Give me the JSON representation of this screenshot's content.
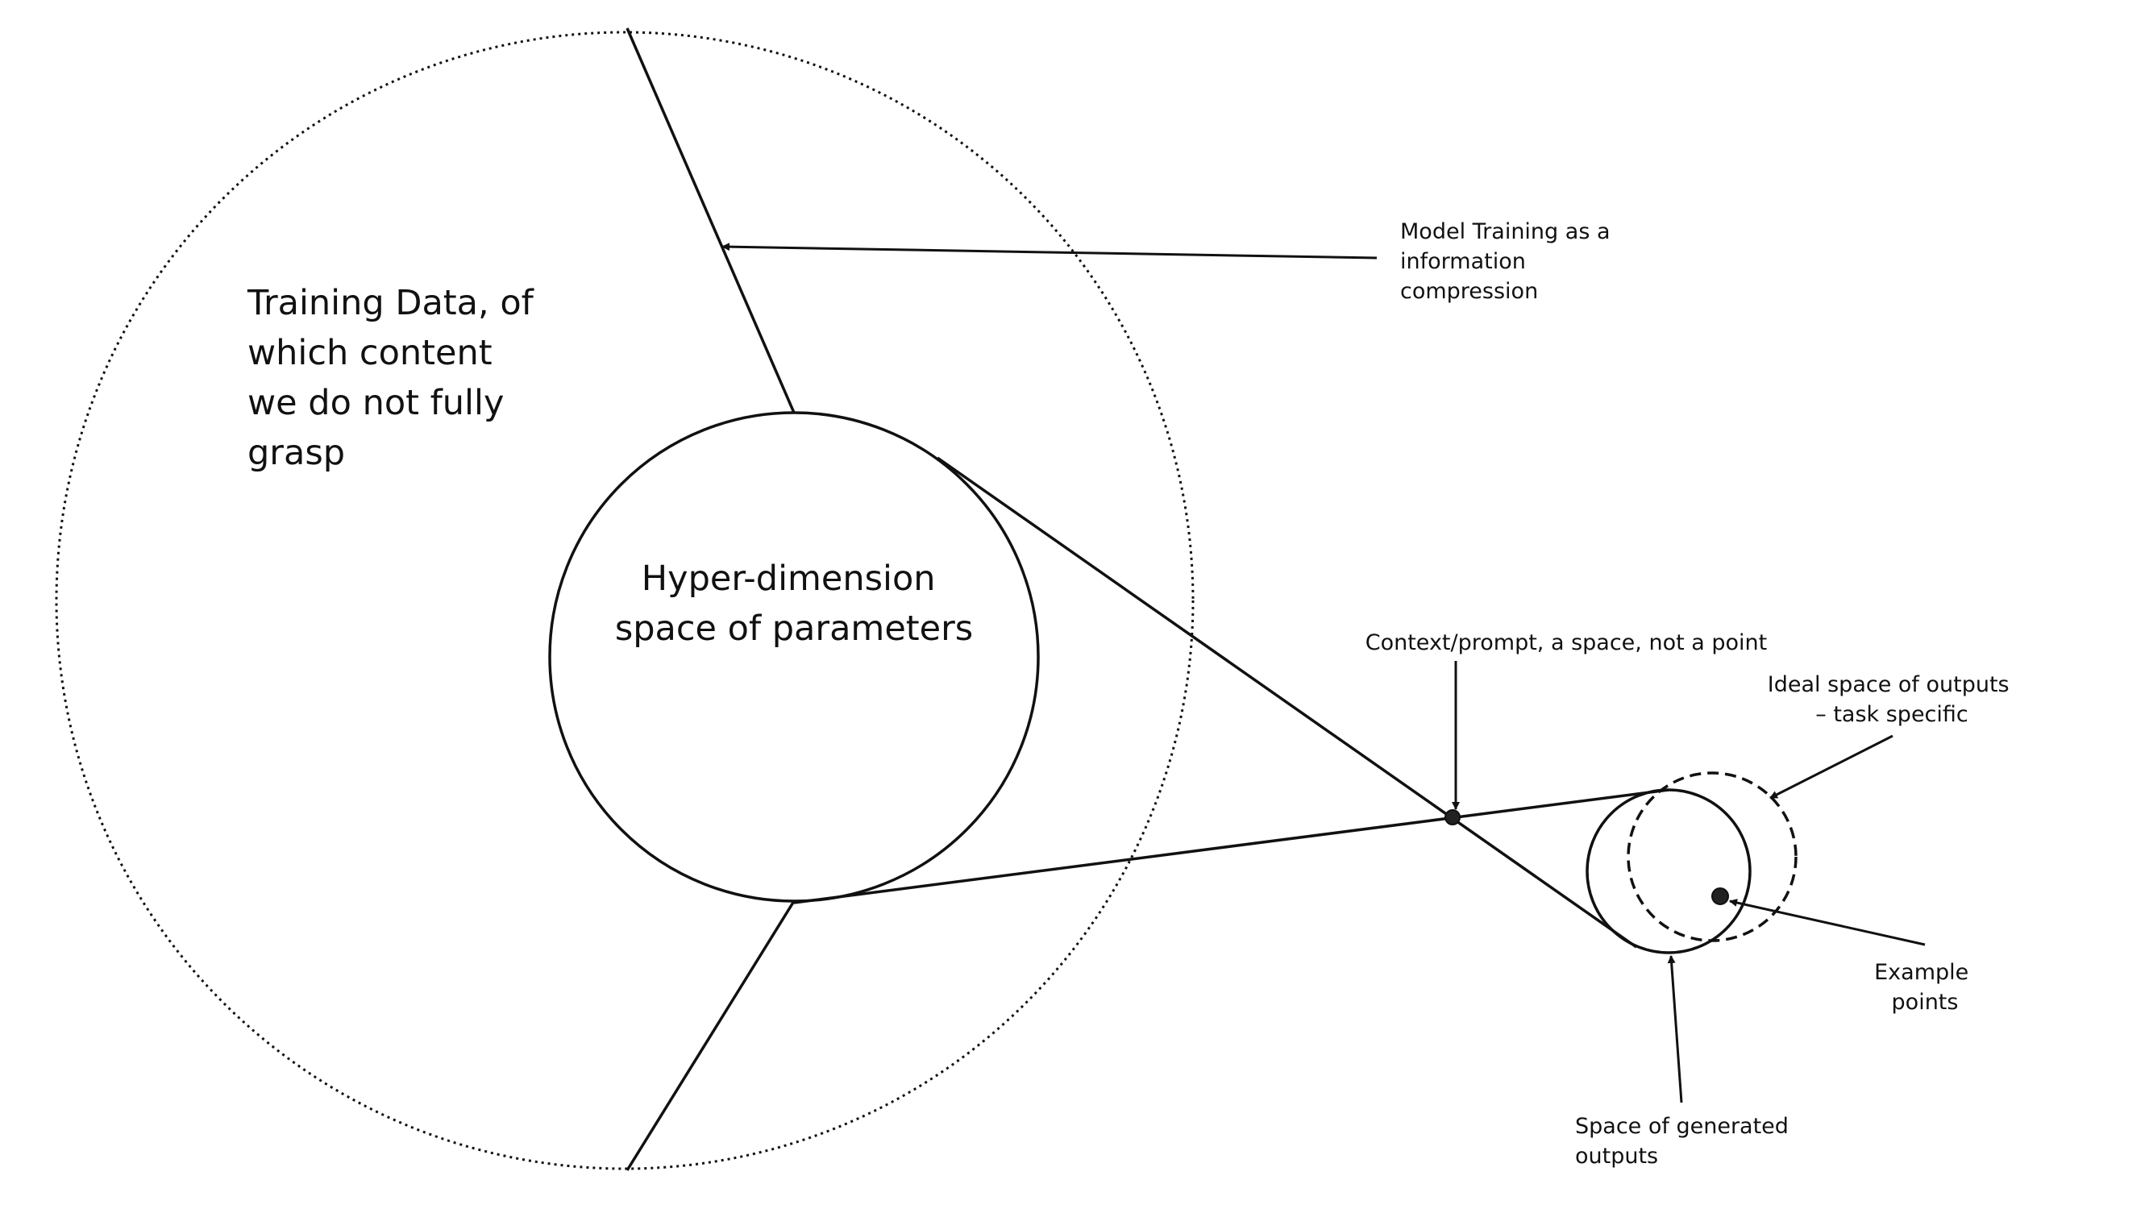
{
  "labels": {
    "training_data": [
      "Training Data, of",
      "which content",
      "we do not fully",
      "grasp"
    ],
    "parameters": [
      "Hyper-dimension",
      "space of parameters"
    ],
    "model_training": [
      "Model Training as a",
      "information",
      "compression"
    ],
    "context_prompt": [
      "Context/prompt, a space, not a point"
    ],
    "ideal_space": [
      "Ideal space of outputs",
      "– task specific"
    ],
    "example_points": [
      "Example",
      "points"
    ],
    "generated_outputs": [
      "Space of generated",
      "outputs"
    ]
  },
  "colors": {
    "stroke": "#111111",
    "background": "#ffffff"
  }
}
